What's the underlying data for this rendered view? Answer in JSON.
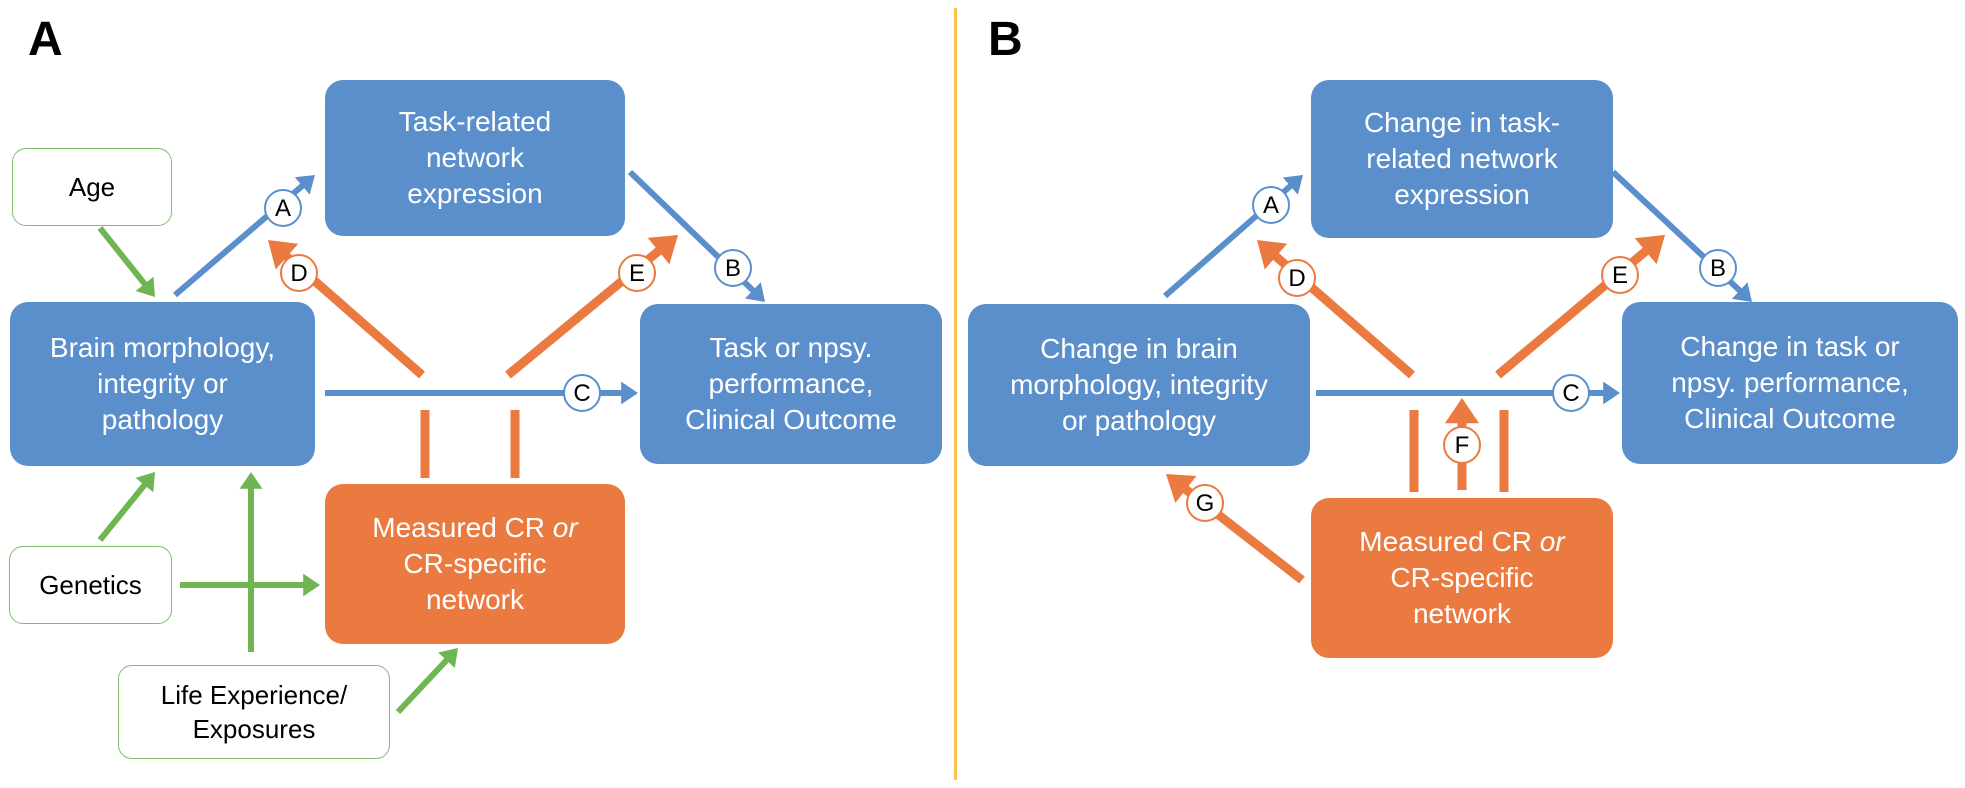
{
  "panels": {
    "a": {
      "letter": "A",
      "network_box": "Task-related\nnetwork\nexpression",
      "brain_box": "Brain morphology,\nintegrity or\npathology",
      "outcome_box": "Task or npsy.\nperformance,\nClinical Outcome",
      "cr_box_pre": "Measured CR ",
      "cr_box_or": "or",
      "cr_box_post": "\nCR-specific\nnetwork",
      "age_box": "Age",
      "genetics_box": "Genetics",
      "life_box": "Life Experience/\nExposures",
      "paths": [
        "A",
        "B",
        "C",
        "D",
        "E"
      ]
    },
    "b": {
      "letter": "B",
      "network_box": "Change in task-\nrelated network\nexpression",
      "brain_box": "Change in brain\nmorphology, integrity\nor pathology",
      "outcome_box": "Change in task or\nnpsy.  performance,\nClinical Outcome",
      "cr_box_pre": "Measured CR ",
      "cr_box_or": "or",
      "cr_box_post": "\nCR-specific\nnetwork",
      "paths": [
        "A",
        "B",
        "C",
        "D",
        "E",
        "F",
        "G"
      ]
    }
  },
  "colors": {
    "blue": "#5b8fcc",
    "orange": "#ea7a3f",
    "green": "#6fb552",
    "divider": "#f8c34a"
  }
}
